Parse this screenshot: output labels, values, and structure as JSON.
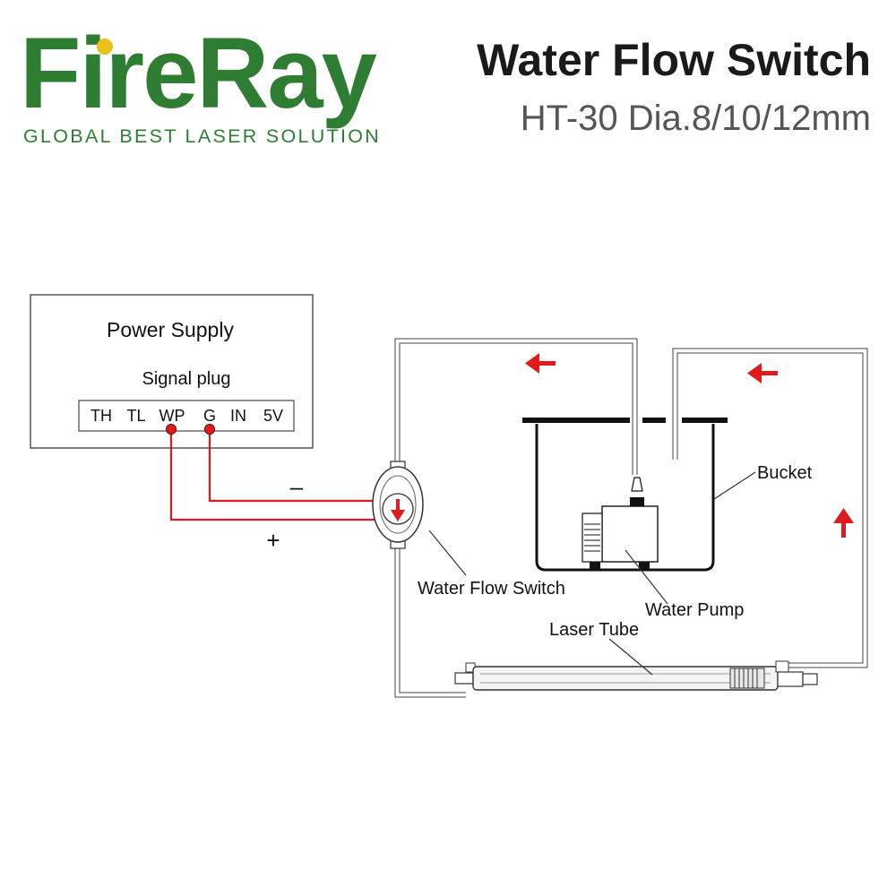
{
  "brand": {
    "logo": "FireRay",
    "tagline": "GLOBAL BEST LASER SOLUTION",
    "green": "#2e7d32"
  },
  "header": {
    "title": "Water Flow Switch",
    "subtitle": "HT-30 Dia.8/10/12mm"
  },
  "diagram": {
    "power_supply_label": "Power Supply",
    "signal_plug_label": "Signal plug",
    "terminals": [
      "TH",
      "TL",
      "WP",
      "G",
      "IN",
      "5V"
    ],
    "minus_label": "–",
    "plus_label": "+",
    "flow_switch_label": "Water Flow Switch",
    "bucket_label": "Bucket",
    "pump_label": "Water Pump",
    "laser_tube_label": "Laser Tube",
    "wire_color": "#e01b1b",
    "arrow_color": "#e01b1b",
    "line_color": "#333333"
  }
}
